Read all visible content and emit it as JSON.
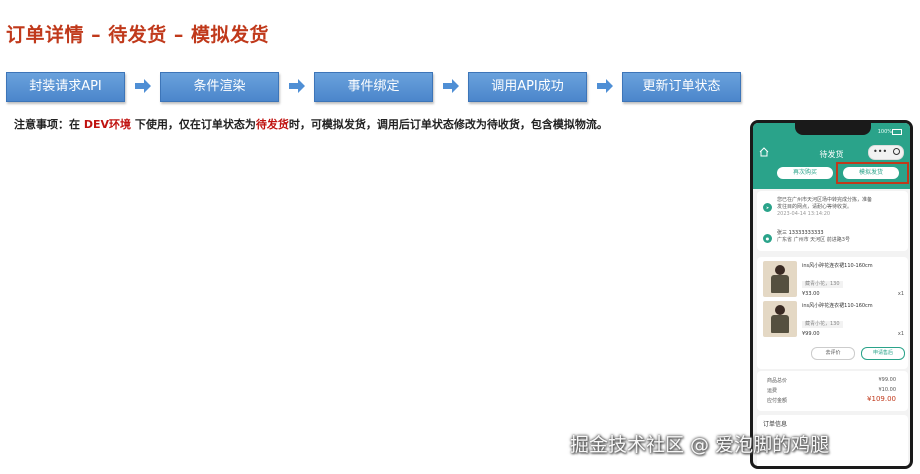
{
  "title": "订单详情 – 待发货 – 模拟发货",
  "flow": {
    "steps": [
      "封装请求API",
      "条件渲染",
      "事件绑定",
      "调用API成功",
      "更新订单状态"
    ],
    "step_color": "#5b95d6",
    "arrow_color": "#4f8fd5"
  },
  "note": {
    "prefix": "注意事项：在",
    "env": "DEV环境",
    "mid1": "下使用，仅在订单状态为",
    "status1": "待发货",
    "mid2": "时，可模拟发货，调用后订单状态修改为",
    "status2": "待收货",
    "suffix": "，包含模拟物流。",
    "accent": "#c0120f"
  },
  "phone": {
    "battery": "100%",
    "nav_title": "待发货",
    "btn_left": "再次购买",
    "btn_right": "模拟发货",
    "brand_color": "#2aa38a",
    "logistics_line1": "您已在广州市天河区场中转完成分拣，准备",
    "logistics_line2": "发往目的网点，请耐心等待收货。",
    "logistics_time": "2023-04-14 13:14:20",
    "addr_name": "张三 13333333333",
    "addr_detail": "广东省 广州市 天河区 前进路3号",
    "goods": [
      {
        "name": "ins风小碎花连衣裙110-160cm",
        "spec": "藏青小花，130",
        "price": "¥33.00",
        "qty": "x1"
      },
      {
        "name": "ins风小碎花连衣裙110-160cm",
        "spec": "藏青小花，130",
        "price": "¥99.00",
        "qty": "x1"
      }
    ],
    "btn_apply": "去评价",
    "btn_after": "申请售后",
    "summary": [
      {
        "label": "商品总价",
        "value": "¥99.00"
      },
      {
        "label": "运费",
        "value": "¥10.00"
      },
      {
        "label": "应付金额",
        "value": "¥109.00"
      }
    ],
    "order_info": "订单信息"
  },
  "watermark": "掘金技术社区 @ 爱泡脚的鸡腿"
}
